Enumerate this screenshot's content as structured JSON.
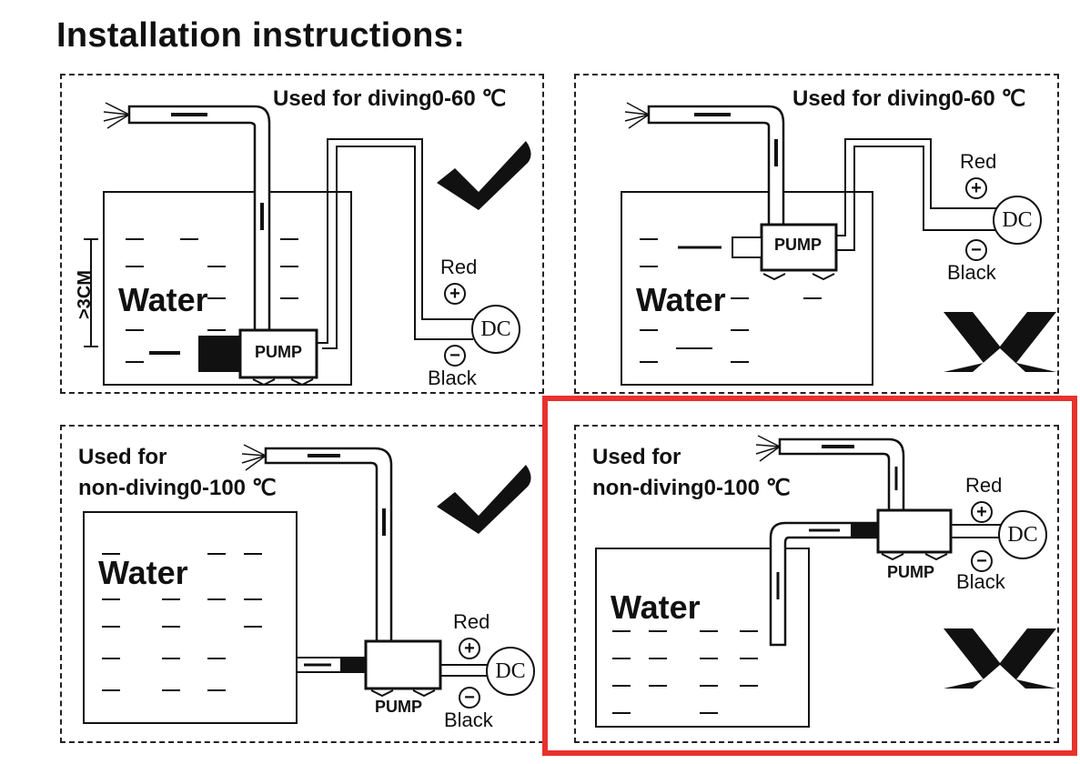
{
  "title": "Installation instructions:",
  "colors": {
    "highlight": "#e8322c",
    "ink": "#111111"
  },
  "panels": [
    {
      "caption": "Used for diving0-60 ℃",
      "water_label": "Water",
      "pump_label": "PUMP",
      "depth_label": ">3CM",
      "red_label": "Red",
      "black_label": "Black",
      "dc_label": "DC",
      "verdict_icon": "check-icon"
    },
    {
      "caption": "Used for diving0-60 ℃",
      "water_label": "Water",
      "pump_label": "PUMP",
      "red_label": "Red",
      "black_label": "Black",
      "dc_label": "DC",
      "verdict_icon": "cross-icon"
    },
    {
      "caption_line1": "Used for",
      "caption_line2": "non-diving0-100 ℃",
      "water_label": "Water",
      "pump_label": "PUMP",
      "red_label": "Red",
      "black_label": "Black",
      "dc_label": "DC",
      "verdict_icon": "check-icon"
    },
    {
      "caption_line1": "Used for",
      "caption_line2": "non-diving0-100 ℃",
      "water_label": "Water",
      "pump_label": "PUMP",
      "red_label": "Red",
      "black_label": "Black",
      "dc_label": "DC",
      "verdict_icon": "cross-icon"
    }
  ]
}
